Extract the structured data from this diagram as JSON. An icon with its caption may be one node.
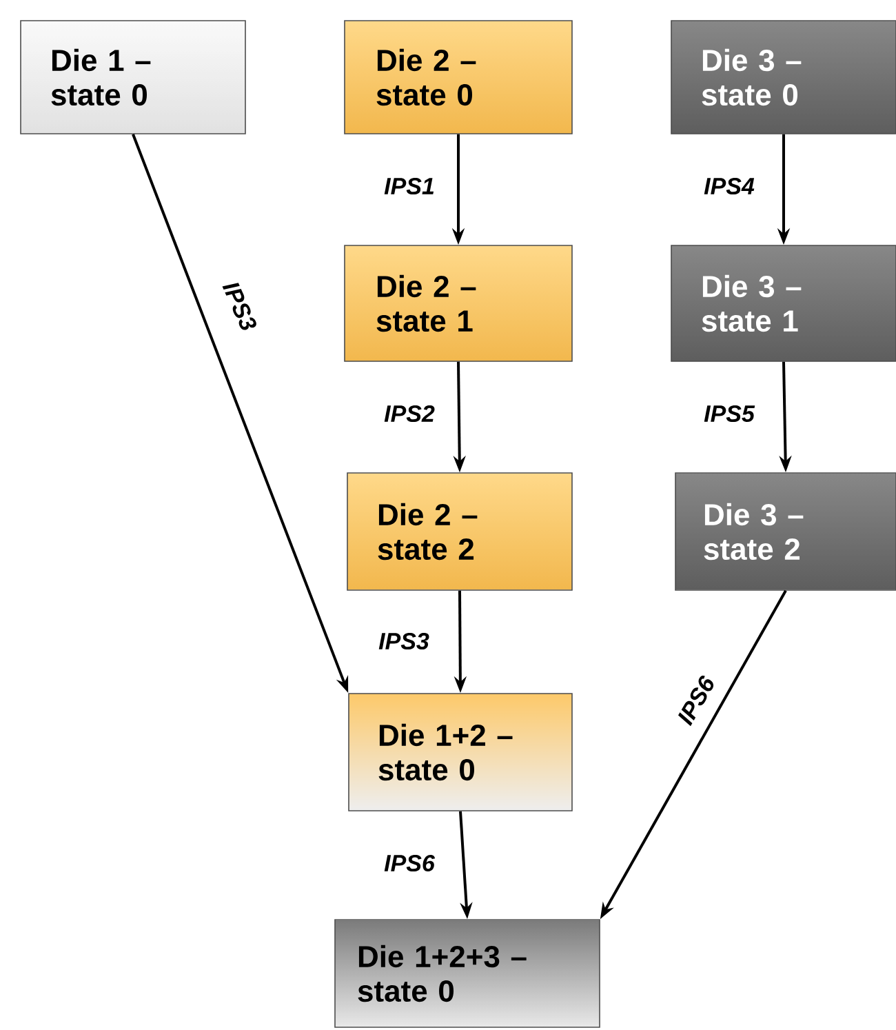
{
  "diagram": {
    "nodes": [
      {
        "text": [
          "Die 1 – state 0"
        ]
      },
      {
        "text": [
          "Die 2 – state 0"
        ]
      },
      {
        "text": [
          "Die 3 – state 0"
        ]
      },
      {
        "text": [
          "Die 2 – state 1"
        ]
      },
      {
        "text": [
          "Die 3 – state 1"
        ]
      },
      {
        "text": [
          "Die 2 – state 2"
        ]
      },
      {
        "text": [
          "Die 3 – state 2"
        ]
      },
      {
        "text": [
          "Die 1+2 – state 0"
        ]
      },
      {
        "text": [
          "Die 1+2+3 – state 0"
        ]
      }
    ],
    "edges": [
      {
        "from": 1,
        "to": 3,
        "arrow": "to",
        "label": "IPS1"
      },
      {
        "from": 3,
        "to": 5,
        "arrow": "to",
        "label": "IPS2"
      },
      {
        "from": 5,
        "to": 7,
        "arrow": "to",
        "label": "IPS3"
      },
      {
        "from": 0,
        "to": 7,
        "arrow": "to",
        "label": "IPS3"
      },
      {
        "from": 2,
        "to": 4,
        "arrow": "to",
        "label": "IPS4"
      },
      {
        "from": 4,
        "to": 6,
        "arrow": "to",
        "label": "IPS5"
      },
      {
        "from": 7,
        "to": 8,
        "arrow": "to",
        "label": "IPS6"
      },
      {
        "from": 6,
        "to": 8,
        "arrow": "to",
        "label": "IPS6"
      }
    ]
  }
}
